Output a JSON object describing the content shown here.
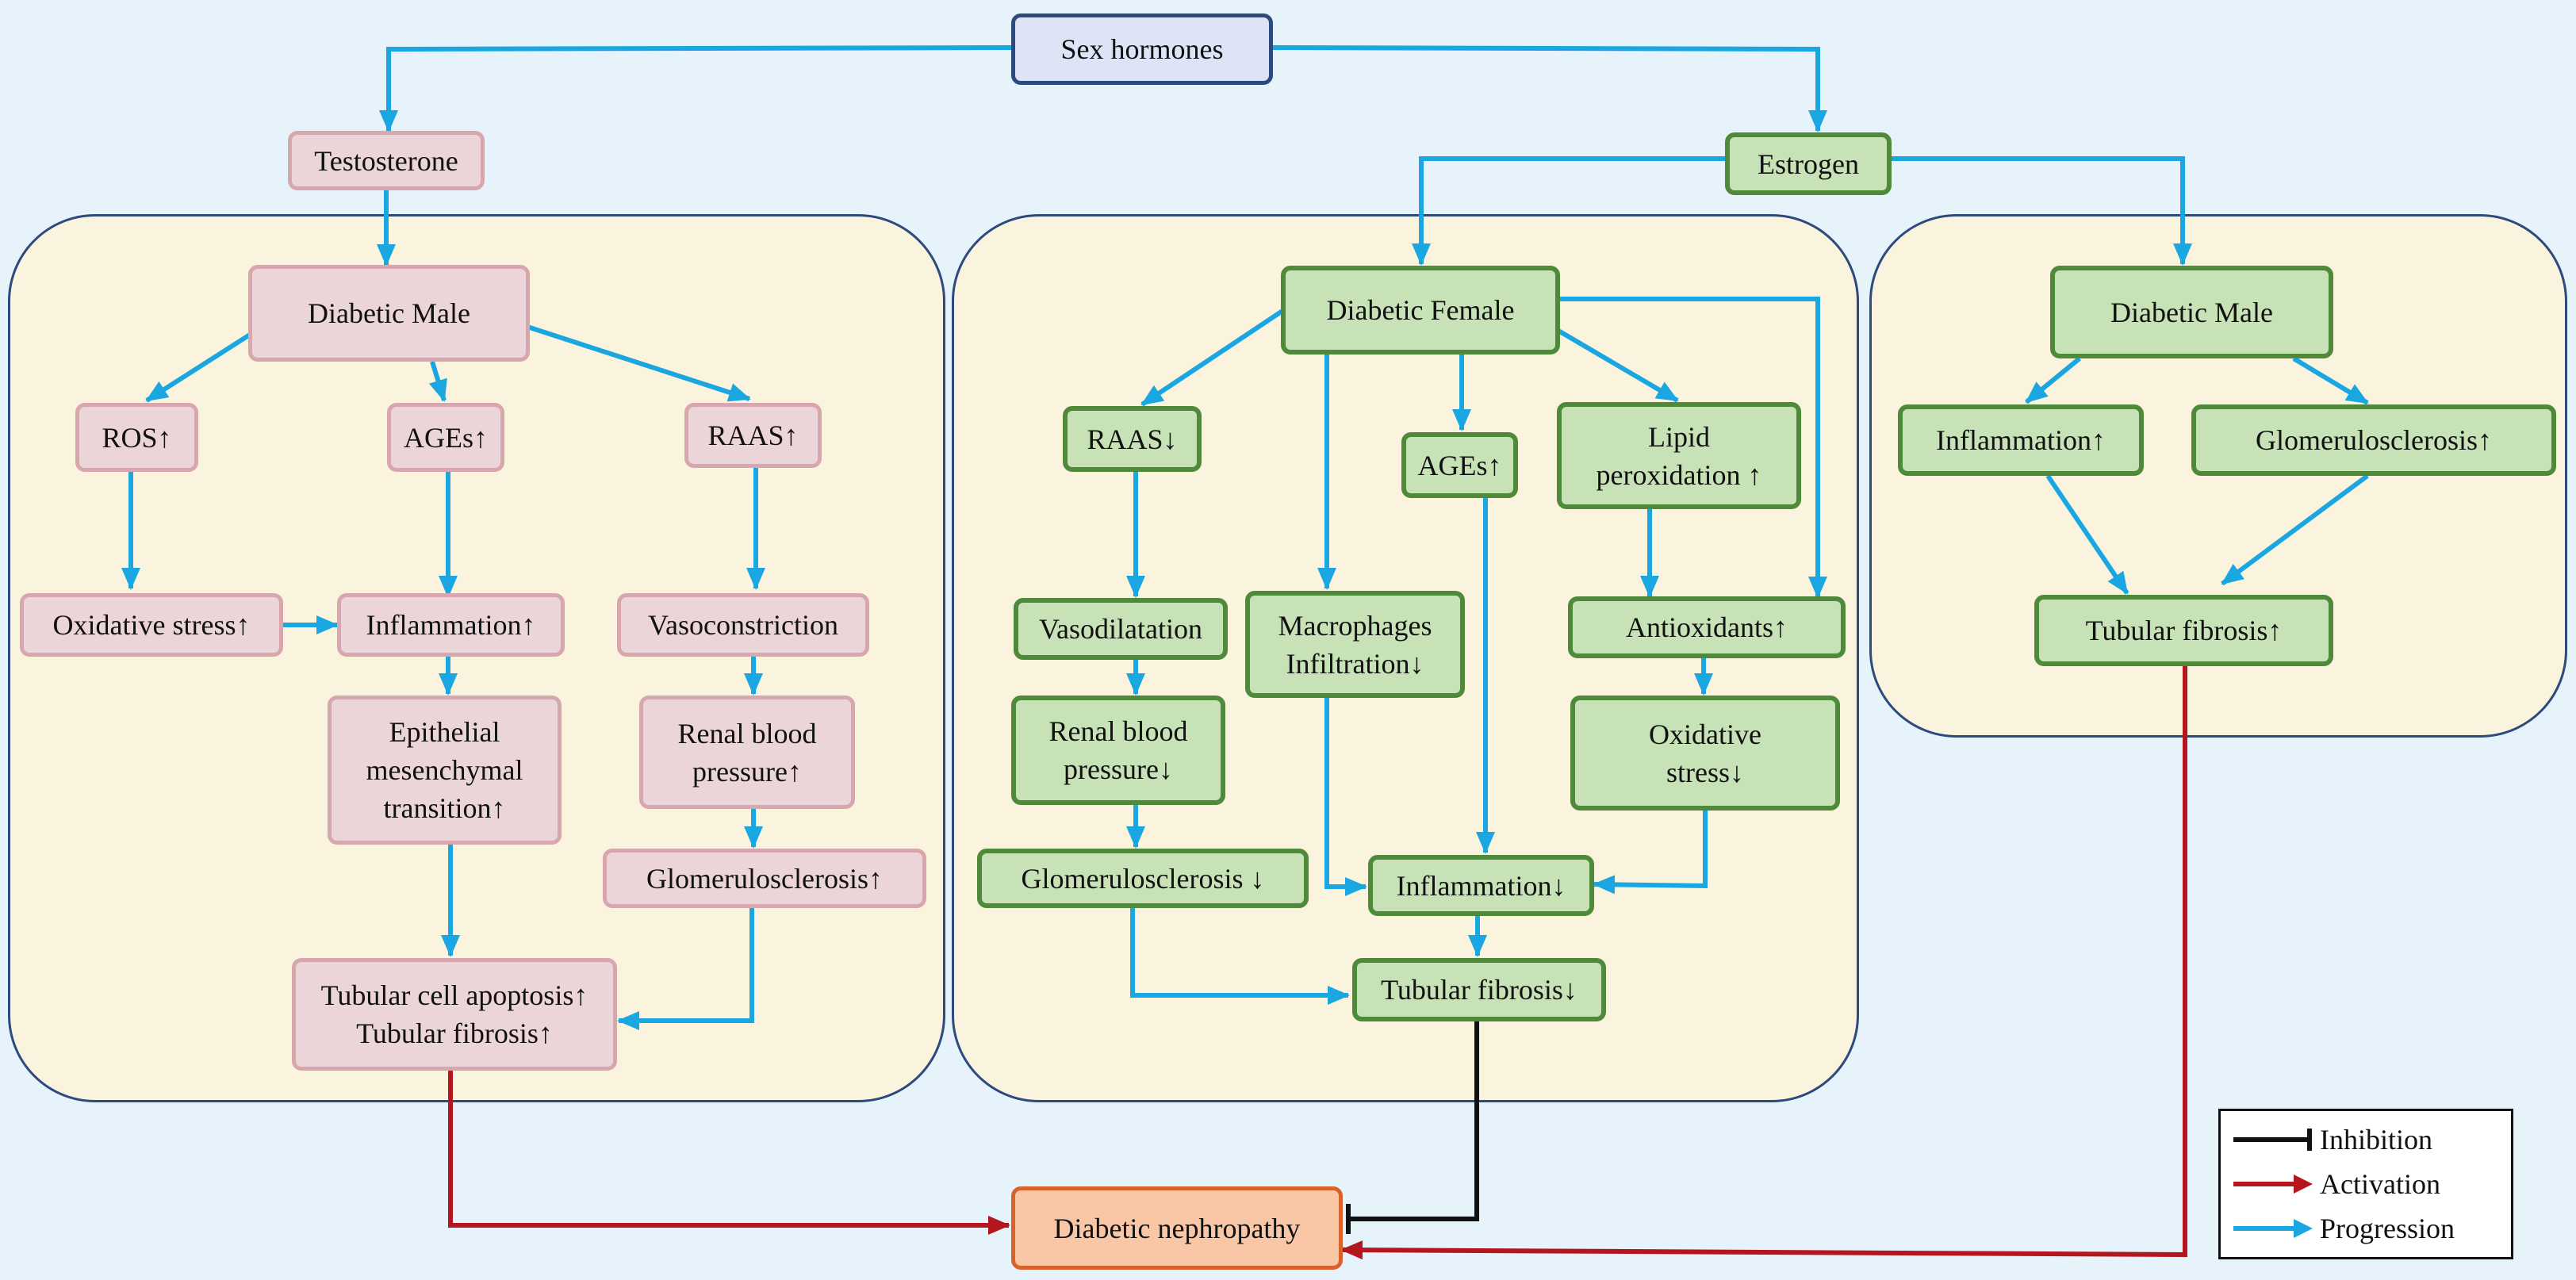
{
  "nodes": {
    "sex_hormones": "Sex hormones",
    "testosterone": "Testosterone",
    "estrogen": "Estrogen",
    "male_left": {
      "diabetic_male": "Diabetic Male",
      "ros": "ROS↑",
      "ages": "AGEs↑",
      "raas": "RAAS↑",
      "oxidative_stress": "Oxidative stress↑",
      "inflammation": "Inflammation↑",
      "vasoconstriction": "Vasoconstriction",
      "emt": "Epithelial\nmesenchymal\ntransition↑",
      "renal_bp": "Renal blood\npressure↑",
      "glomerulosclerosis": "Glomerulosclerosis↑",
      "tubular": "Tubular cell apoptosis↑\nTubular fibrosis↑"
    },
    "female": {
      "diabetic_female": "Diabetic Female",
      "raas": "RAAS↓",
      "ages": "AGEs↑",
      "lipid": "Lipid\nperoxidation ↑",
      "vasodilatation": "Vasodilatation",
      "macrophages": "Macrophages\nInfiltration↓",
      "antioxidants": "Antioxidants↑",
      "renal_bp": "Renal blood\npressure↓",
      "oxidative_stress": "Oxidative\nstress↓",
      "glomerulosclerosis": "Glomerulosclerosis ↓",
      "inflammation": "Inflammation↓",
      "tubular_fibrosis": "Tubular fibrosis↓"
    },
    "male_right": {
      "diabetic_male": "Diabetic Male",
      "inflammation": "Inflammation↑",
      "glomerulosclerosis": "Glomerulosclerosis↑",
      "tubular_fibrosis": "Tubular fibrosis↑"
    },
    "diabetic_nephropathy": "Diabetic nephropathy"
  },
  "legend": {
    "inhibition": "Inhibition",
    "activation": "Activation",
    "progression": "Progression"
  },
  "colors": {
    "progression": "#1aa7e1",
    "activation": "#b3161d",
    "inhibition": "#111111"
  }
}
